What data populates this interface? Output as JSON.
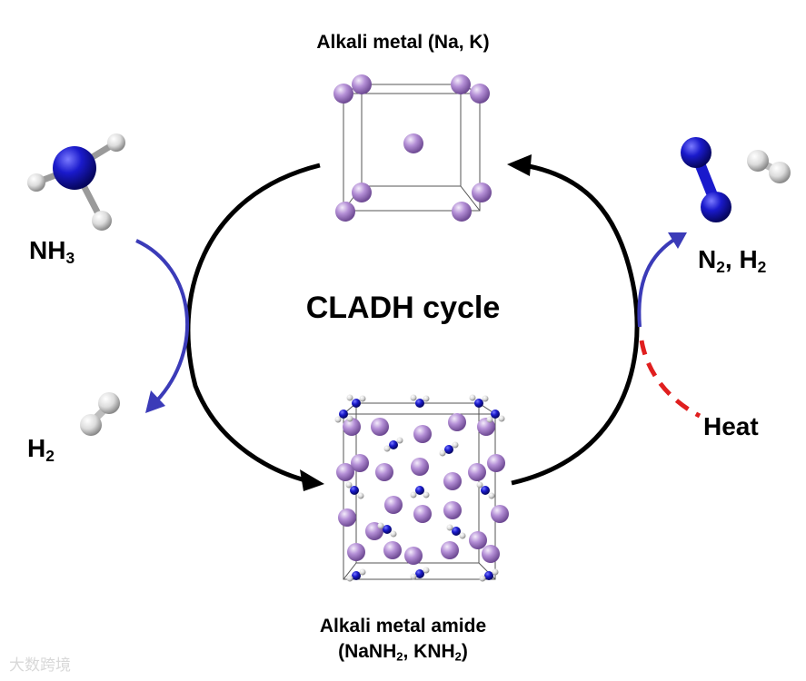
{
  "diagram": {
    "center_title": "CLADH cycle",
    "top_label": "Alkali metal (Na, K)",
    "bottom_label_line1": "Alkali metal amide",
    "bottom_label_line2_prefix": "(NaNH",
    "bottom_label_line2_sub1": "2",
    "bottom_label_line2_mid": ", KNH",
    "bottom_label_line2_sub2": "2",
    "bottom_label_line2_suffix": ")",
    "reactant_nh3": {
      "base": "NH",
      "sub": "3"
    },
    "product_h2_left": {
      "base": "H",
      "sub": "2"
    },
    "product_n2_h2": {
      "base1": "N",
      "sub1": "2",
      "mid": ", H",
      "sub2": "2"
    },
    "heat_label": "Heat"
  },
  "colors": {
    "cycle_arrow": "#000000",
    "side_arrow": "#3b3bb8",
    "heat_arrow": "#e01f1f",
    "metal_atom": "#b48fd6",
    "nitrogen_atom": "#1a1acc",
    "hydrogen_atom": "#e6e6e6",
    "cell_edge": "#555555"
  },
  "watermark": {
    "text": "大数跨境"
  }
}
